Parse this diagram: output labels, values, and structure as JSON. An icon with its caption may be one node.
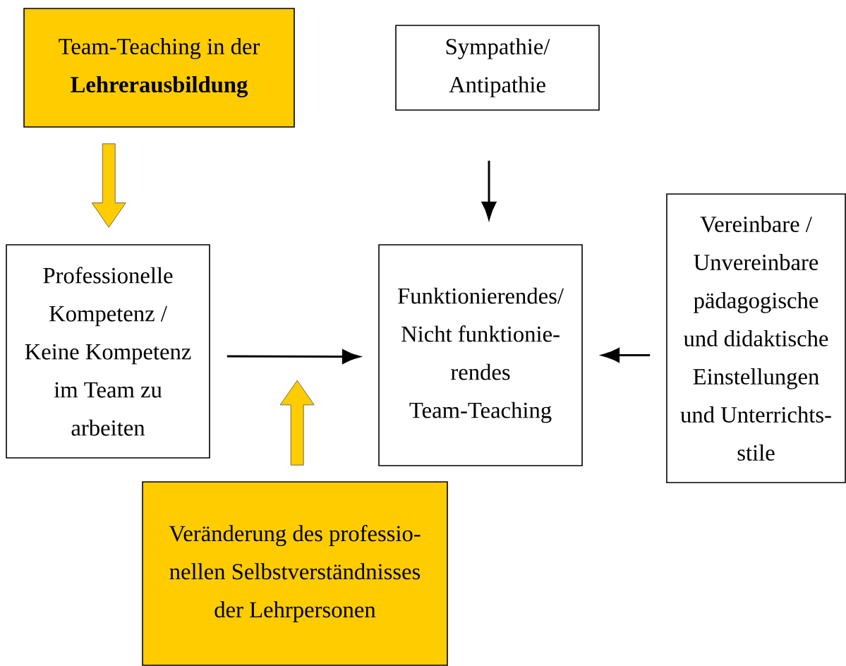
{
  "diagram": {
    "nodes": [
      {
        "text": [
          "Team-Teaching in der **Lehrerausbildung**"
        ]
      },
      {
        "text": [
          "Sympathie/ Antipathie"
        ]
      },
      {
        "text": [
          "Professionelle Kompetenz / Keine Kompetenz im Team zu arbeiten"
        ]
      },
      {
        "text": [
          "Funktionierendes/ Nicht funktionie- rendes Team-Teaching"
        ]
      },
      {
        "text": [
          "Vereinbare / Unvereinbare pädagogische und didaktische Einstellungen und Unterrichts- stile"
        ]
      },
      {
        "text": [
          "Veränderung des professio- nellen Selbstverständnisses der Lehrpersonen"
        ]
      }
    ],
    "edges": [
      {
        "from": 0,
        "to": 2,
        "arrow": "to",
        "style": "thick",
        "color": "#ffcc00"
      },
      {
        "from": 1,
        "to": 3,
        "arrow": "to"
      },
      {
        "from": 2,
        "to": 3,
        "arrow": "to"
      },
      {
        "from": 4,
        "to": 3,
        "arrow": "to"
      },
      {
        "from": 5,
        "to": null,
        "arrow": "to",
        "style": "thick",
        "color": "#ffcc00"
      }
    ]
  }
}
